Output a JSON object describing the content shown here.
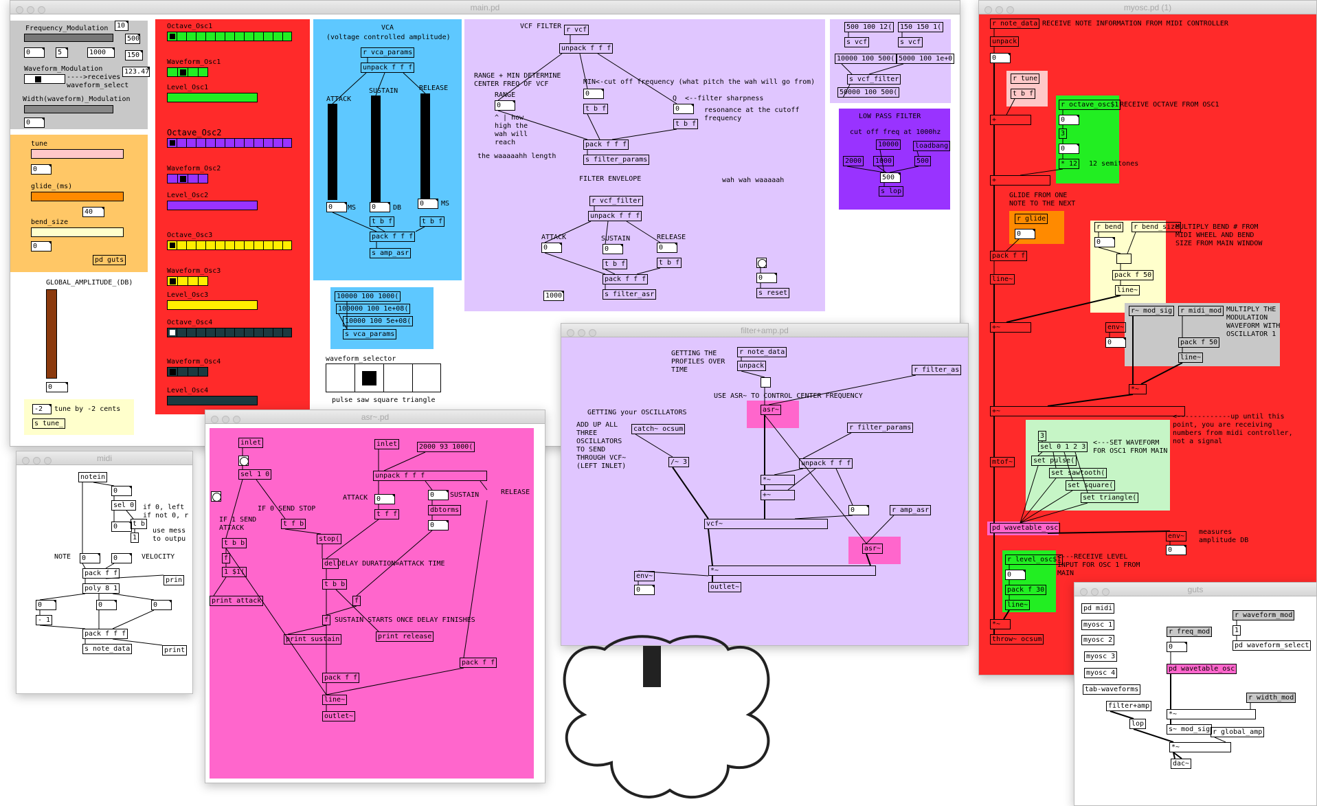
{
  "main": {
    "title": "main.pd",
    "gray": {
      "freq_mod": "Frequency_Modulation",
      "n10": "10",
      "n500": "500",
      "n0a": "0",
      "n5": "5",
      "n1000": "1000",
      "n150": "150",
      "n12347": "123.47",
      "wave_mod": "Waveform_Modulation",
      "receives": "---->receives",
      "waveform_select": "waveform_select",
      "width_mod": "Width(waveform)_Modulation",
      "n0b": "0"
    },
    "orange": {
      "tune": "tune",
      "n0a": "0",
      "glide": "glide_(ms)",
      "n40": "40",
      "bend": "bend_size",
      "n0b": "0",
      "pd_guts": "pd guts"
    },
    "global_amp": "GLOBAL_AMPLITUDE_(DB)",
    "amp_num": "0",
    "yellow_tune": {
      "minus2": "-2",
      "desc": "tune by -2 cents",
      "s_tune": "s tune_"
    },
    "osc": {
      "oct1": "Octave_Osc1",
      "wave1": "Waveform_Osc1",
      "lvl1": "Level_Osc1",
      "oct2": "Octave_Osc2",
      "wave2": "Waveform_Osc2",
      "lvl2": "Level_Osc2",
      "oct3": "Octave_Osc3",
      "wave3": "Waveform_Osc3",
      "lvl3": "Level_Osc3",
      "oct4": "Octave_Osc4",
      "wave4": "Waveform_Osc4",
      "lvl4": "Level_Osc4"
    },
    "vca": {
      "title": "VCA",
      "subtitle": "(voltage controlled amplitude)",
      "r_vca": "r vca_params",
      "unpack": "unpack f f f",
      "attack": "ATTACK",
      "sustain": "SUSTAIN",
      "release": "RELEASE",
      "n0a": "0",
      "ms1": "MS",
      "n0b": "0",
      "db": "DB",
      "n0c": "0",
      "ms2": "MS",
      "tbf": "t b f",
      "pack": "pack f f f",
      "s_amp": "s amp_asr"
    },
    "vca_msg": {
      "m1": "10000 100 1000(",
      "m2": "100000 100 1e+08(",
      "m3": "10000 100 5e+08(",
      "s": "s vca_params"
    },
    "wsel": {
      "label": "waveform_selector",
      "opts": "pulse saw square triangle"
    },
    "vcf": {
      "title": "VCF FILTER",
      "r_vcf": "r vcf",
      "unpack": "unpack f f f",
      "range_note": "RANGE + MIN DETERMINE\nCENTER FREQ OF VCF",
      "range": "RANGE",
      "n0a": "0",
      "how": "^ | how\nhigh the\nwah will\nreach",
      "min": "MIN<-cut off frequency (what pitch the wah will go from)",
      "n0b": "0",
      "tbf": "t b f",
      "q": "Q  <--filter sharpness",
      "n0c": "0",
      "res": "resonance at the cutoff\nfrequency",
      "tbf2": "t b f",
      "length": "the waaaaahh length",
      "pack": "pack f f f",
      "s_fp": "s filter_params",
      "env": "FILTER ENVELOPE",
      "wah": "wah wah waaaaah",
      "r_vcf_filter": "r vcf_filter",
      "unpack2": "unpack f f f",
      "attack": "ATTACK",
      "sustain": "SUSTAIN",
      "release": "RELEASE",
      "n0d": "0",
      "n0e": "0",
      "n0f": "0",
      "tbf3": "t b f",
      "tbf4": "t b f",
      "pack2": "pack f f f",
      "s_asr": "s filter_asr",
      "n1000": "1000",
      "n0g": "0",
      "s_reset": "s reset"
    },
    "lav2": {
      "m1": "500 100 12(",
      "m2": "150 150 1(",
      "s1": "s vcf",
      "s2": "s vcf",
      "m3": "10000 100 500(",
      "m4": "5000 100 1e+0",
      "s3": "s vcf_filter",
      "m5": "50000 100 500("
    },
    "lpf": {
      "title": "LOW PASS FILTER",
      "cut": "cut off freq at 1000hz",
      "n10000": "10000",
      "loadbang": "loadbang",
      "n2000": "2000",
      "n1000": "1000",
      "n500": "500",
      "n500b": "500",
      "s_lop": "s lop"
    }
  },
  "midi": {
    "title": "midi",
    "notein": "notein",
    "n0a": "0",
    "sel0": "sel 0",
    "if0": "if 0, left\nif not 0, r",
    "n0b": "0",
    "tb": "t b",
    "n1": "1",
    "use": "use mess\nto outpu",
    "note": "NOTE",
    "n0c": "0",
    "vel": "VELOCITY",
    "packff": "pack f f",
    "prin": "prin",
    "poly": "poly 8 1",
    "n0d": "0",
    "n0e": "0",
    "n0f": "0",
    "m1": "- 1",
    "pack3": "pack f f f",
    "s_nd": "s note_data",
    "print": "print"
  },
  "asr": {
    "title": "asr~.pd",
    "inlet1": "inlet",
    "inlet2": "inlet",
    "msg": "2000 93 1000(",
    "sel": "sel 1 0",
    "unpack": "unpack f f f",
    "attack": "ATTACK",
    "n0a": "0",
    "sustain": "SUSTAIN",
    "n0b": "0",
    "release": "RELEASE",
    "if0": "IF 0 SEND STOP",
    "tff": "t f f",
    "dbtorms": "dbtorms",
    "if1": "IF 1 SEND\nATTACK",
    "tfb": "t f b",
    "stop": "stop(",
    "tbb": "t b b",
    "n0c": "0",
    "f": "f",
    "del": "del",
    "delay_dur": "DELAY DURATION=ATTACK TIME",
    "s1": "1 $1(",
    "print_attack": "print attack",
    "tbb2": "t b b",
    "f2": "f",
    "f3": "f",
    "sustain_starts": "SUSTAIN STARTS ONCE DELAY FINISHES",
    "print_sustain": "print sustain",
    "print_release": "print release",
    "packff": "pack f f",
    "packff2": "pack f f",
    "line": "line~",
    "outlet": "outlet~"
  },
  "fa": {
    "title": "filter+amp.pd",
    "getting": "GETTING THE\nPROFILES OVER\nTIME",
    "r_nd": "r note_data",
    "unpack": "unpack",
    "r_fa": "r filter_as",
    "use": "USE ASR~ TO CONTROL CENTER FREQUENCY",
    "asr1": "asr~",
    "osc": "GETTING your OSCILLATORS",
    "add": "ADD UP ALL\nTHREE\nOSCILLATORS\nTO SEND\nTHROUGH VCF~\n(LEFT INLET)",
    "catch": "catch~ ocsum",
    "r_fp": "r filter_params",
    "div": "/~ 3",
    "unpack3": "unpack f f f",
    "mul1": "*~",
    "add1": "+~",
    "n0": "0",
    "r_amp": "r amp_asr",
    "vcf": "vcf~",
    "asr2": "asr~",
    "mul2": "*~",
    "env": "env~",
    "n0b": "0",
    "outlet": "outlet~"
  },
  "myosc": {
    "title": "myosc.pd (1)",
    "r_nd": "r note_data",
    "recv": "RECEIVE NOTE INFORMATION FROM MIDI CONTROLLER",
    "unpack": "unpack",
    "n0a": "0",
    "r_tune": "r tune",
    "tbf": "t b f",
    "r_oct": "r octave_osc$1",
    "recv_oct": "RECEIVE OCTAVE FROM OSC1",
    "plus1": "+",
    "n0b": "0",
    "m3": "3",
    "n0c": "0",
    "mul12": "* 12",
    "n12": "12 semitones",
    "plus2": "+",
    "glide_note": "GLIDE FROM ONE\nNOTE TO THE NEXT",
    "r_glide": "r glide",
    "n0d": "0",
    "r_bend": "r bend",
    "r_bsize": "r bend_size",
    "mult_bend": "MULTIPLY BEND # FROM\nMIDI WHEEL AND BEND\nSIZE FROM MAIN WINDOW",
    "n0e": "0",
    "packff": "pack f f",
    "pack50": "pack f 50",
    "line1": "line~",
    "line2": "line~",
    "r_mod": "r~ mod_sig",
    "r_midimod": "r midi_mod",
    "mult_mod": "MULTIPLY THE\nMODULATION\nWAVEFORM WITH\nOSCILLATOR 1",
    "plus3": "+~",
    "env": "env~",
    "pack50b": "pack f 50",
    "n0f": "0",
    "line3": "line~",
    "mul": "*~",
    "upuntil": "<-------------up until this\npoint, you are receiving\nnumbers from midi controller,\nnot a signal",
    "plus4": "+~",
    "n3": "3",
    "sel": "sel 0 1 2 3",
    "setwave": "<---SET WAVEFORM\nFOR OSC1 FROM MAIN",
    "sp": "set pulse(",
    "ss": "set sawtooth(",
    "sq": "set square(",
    "st": "set triangle(",
    "mtof": "mtof~",
    "wt": "pd wavetable_osc",
    "env2": "env~",
    "measures": "measures\namplitude DB",
    "n0g": "0",
    "r_level": "r level_osc$1",
    "recv_level": "<---RECEIVE LEVEL\nINPUT FOR OSC 1 FROM\nMAIN",
    "n0h": "0",
    "pack30": "pack f 30",
    "line4": "line~",
    "mul2": "*~",
    "throw": "throw~ ocsum"
  },
  "guts": {
    "title": "guts",
    "pdmidi": "pd midi",
    "myosc1": "myosc 1",
    "myosc2": "myosc 2",
    "myosc3": "myosc 3",
    "myosc4": "myosc 4",
    "tab": "tab-waveforms",
    "r_wm": "r waveform_mod",
    "n1": "1",
    "pdws": "pd waveform_select",
    "r_fm": "r freq_mod",
    "n0": "0",
    "wt": "pd wavetable_osc",
    "r_width": "r width_mod",
    "fa": "filter+amp",
    "mul": "*~",
    "lop": "lop",
    "smod": "s~ mod_sig",
    "r_ga": "r global_amp",
    "mul2": "*~",
    "dac": "dac~"
  },
  "colors": {
    "red": "#ff2a2a",
    "pink": "#ff66cc",
    "lavender": "#e0c6ff",
    "blue": "#5ec8ff",
    "gray": "#c8c8c8",
    "orange": "#ffc766",
    "purple": "#9933ff",
    "green": "#22ee22",
    "lightgreen": "#c6f5c6",
    "lightyellow": "#ffffcc"
  }
}
